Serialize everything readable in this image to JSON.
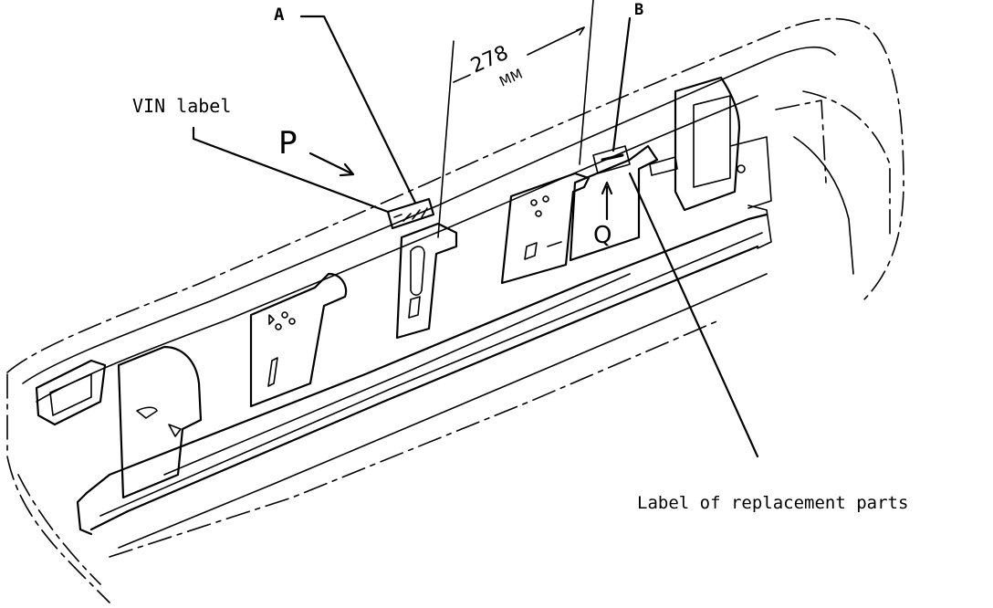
{
  "labels": {
    "a": "A",
    "b": "B",
    "vin": "VIN label",
    "p": "P",
    "q": "Q",
    "dimension_value": "278",
    "dimension_unit": "MM",
    "replacement": "Label of replacement parts"
  }
}
